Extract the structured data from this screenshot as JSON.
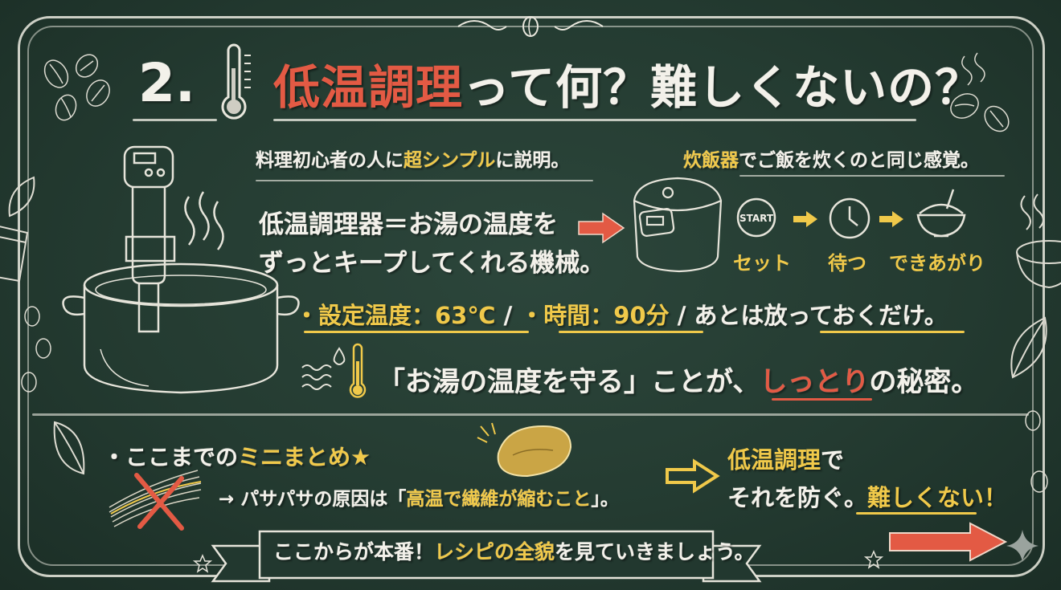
{
  "title": {
    "number": "2.",
    "highlight": "低温調理",
    "rest": "って何？難しくないの？"
  },
  "intro": {
    "left_prefix": "料理初心者の人に",
    "left_highlight": "超シンプル",
    "left_suffix": "に説明。",
    "right_highlight": "炊飯器",
    "right_suffix": "でご飯を炊くのと同じ感覚。"
  },
  "definition": {
    "line1": "低温調理器＝お湯の温度を",
    "line2": "ずっとキープしてくれる機械。"
  },
  "steps": [
    {
      "icon": "start-button-icon",
      "icon_label": "START",
      "label": "セット"
    },
    {
      "icon": "clock-icon",
      "label": "待つ"
    },
    {
      "icon": "rice-bowl-icon",
      "label": "できあがり"
    }
  ],
  "settings": {
    "temp": "・設定温度：63℃",
    "sep1": "/",
    "time": "・時間：90分",
    "sep2": "/",
    "rest_prefix": "あとは",
    "rest_underlined": "放っておくだけ。"
  },
  "secret": {
    "prefix": "「お湯の温度を守る」ことが、",
    "highlight": "しっとり",
    "suffix": "の秘密。"
  },
  "summary": {
    "heading_prefix": "・ここまでの",
    "heading_highlight": "ミニまとめ",
    "heading_star": "★",
    "cause_prefix": "→ パサパサの原因は「",
    "cause_highlight": "高温で繊維が縮むこと",
    "cause_suffix": "」。",
    "result_line1_highlight": "低温調理",
    "result_line1_suffix": "で",
    "result_line2_prefix": "それを防ぐ。",
    "result_line2_highlight": "難しくない！"
  },
  "banner": {
    "prefix": "ここからが本番！",
    "highlight1": "レシピの",
    "highlight2": "全貌",
    "suffix": "を見ていきましょう。"
  },
  "colors": {
    "board": "#243b31",
    "chalk": "#f3f1ea",
    "yellow": "#f0c94a",
    "red": "#e35a44"
  }
}
